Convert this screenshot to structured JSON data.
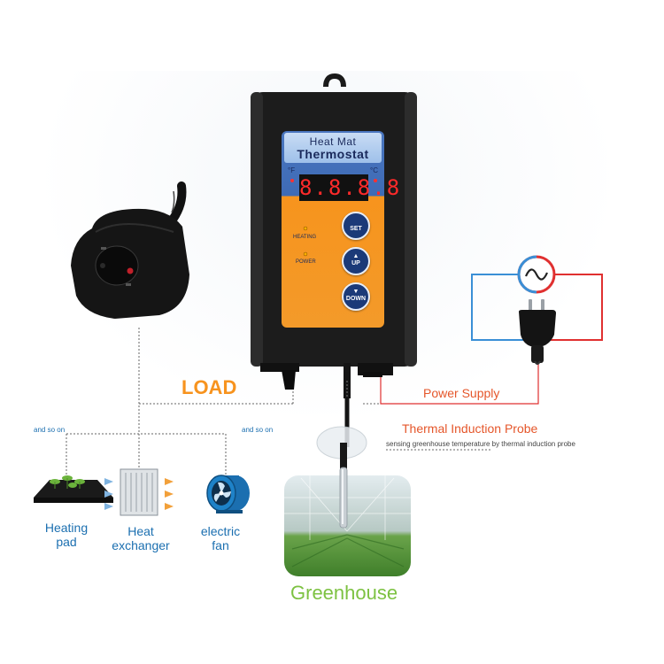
{
  "device": {
    "title_line1": "Heat Mat",
    "title_line2": "Thermostat",
    "unit_f": "°F",
    "unit_c": "°C",
    "display": "8.8.8.8",
    "indicator_heating": "HEATING",
    "indicator_power": "POWER",
    "buttons": {
      "set": "SET",
      "up": "UP",
      "down": "DOWN"
    }
  },
  "labels": {
    "load": "LOAD",
    "power_supply": "Power Supply",
    "probe": "Thermal Induction Probe",
    "probe_desc": "sensing greenhouse temperature by thermal induction probe",
    "and_so_on_left": "and so on",
    "and_so_on_right": "and so on",
    "greenhouse": "Greenhouse"
  },
  "appliances": [
    {
      "line1": "Heating",
      "line2": "pad"
    },
    {
      "line1": "Heat",
      "line2": "exchanger"
    },
    {
      "line1": "electric",
      "line2": "fan"
    }
  ],
  "colors": {
    "device_body": "#1c1c1c",
    "panel_top": "#3e6bb5",
    "panel_orange": "#f7941d",
    "button": "#1b3a78",
    "label_orange": "#f7931e",
    "label_red": "#e5562a",
    "appliance_blue": "#1b6fb0",
    "greenhouse_green": "#7dc242",
    "wire_red": "#e03030",
    "wire_blue": "#3a8fd6"
  }
}
